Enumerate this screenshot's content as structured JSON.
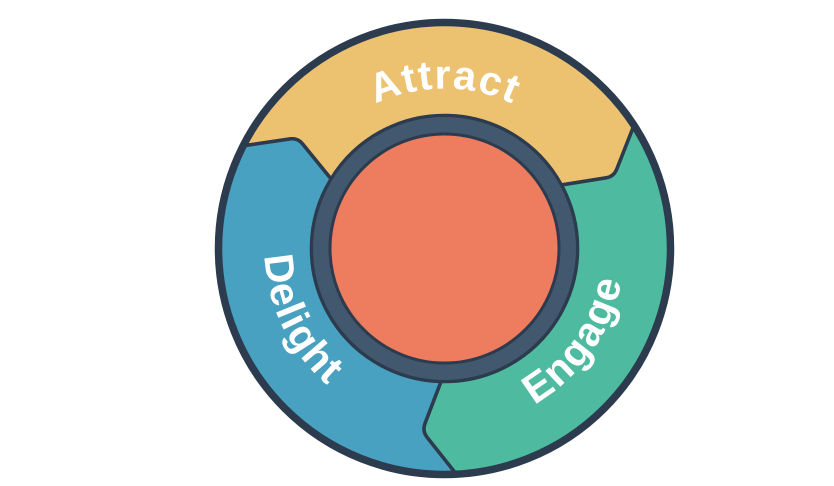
{
  "flywheel": {
    "segments": [
      {
        "id": "attract",
        "label": "Attract",
        "color": "#ecc271"
      },
      {
        "id": "engage",
        "label": "Engage",
        "color": "#4ebba1"
      },
      {
        "id": "delight",
        "label": "Delight",
        "color": "#48a1c0"
      }
    ],
    "hub": {
      "color": "#ee7c5e"
    },
    "ring": {
      "color": "#41586e"
    },
    "outline_color": "#2c3b4d",
    "label_color": "#ffffff",
    "background_color": "#ffffff"
  }
}
